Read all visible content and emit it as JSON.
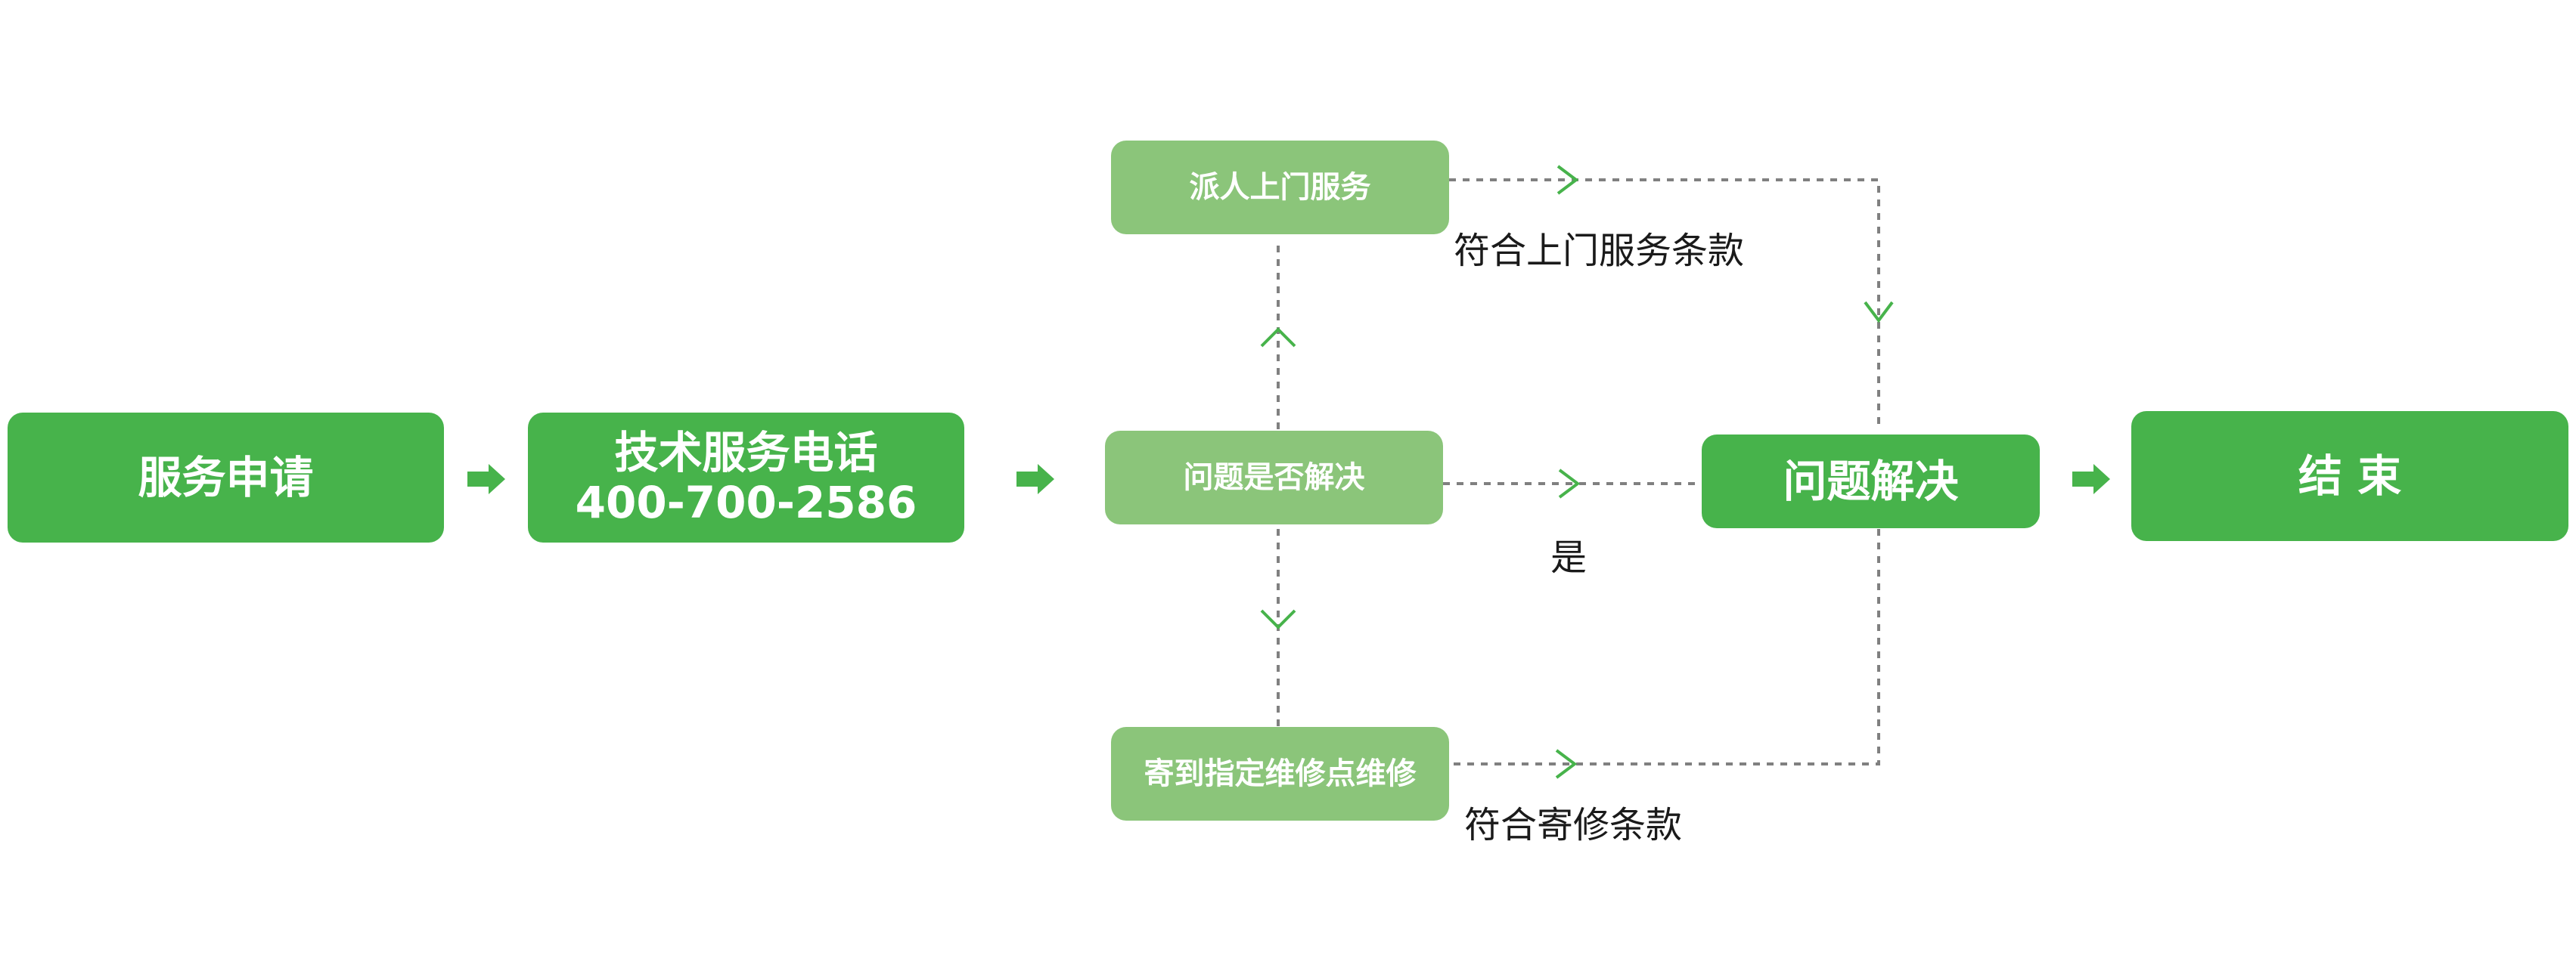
{
  "nodes": {
    "apply": {
      "label": "服务申请"
    },
    "phone": {
      "label": "技术服务电话",
      "number": "400-700-2586"
    },
    "onsite": {
      "label": "派人上门服务"
    },
    "check": {
      "label": "问题是否解决"
    },
    "mail": {
      "label": "寄到指定维修点维修"
    },
    "solved": {
      "label": "问题解决"
    },
    "end": {
      "label": "结 束"
    }
  },
  "edge_labels": {
    "onsite_terms": "符合上门服务条款",
    "yes": "是",
    "mail_terms": "符合寄修条款"
  },
  "colors": {
    "dark_green": "#47b34b",
    "light_green": "#8bc57a",
    "dashed_line": "#808080",
    "arrow": "#47b34b"
  }
}
